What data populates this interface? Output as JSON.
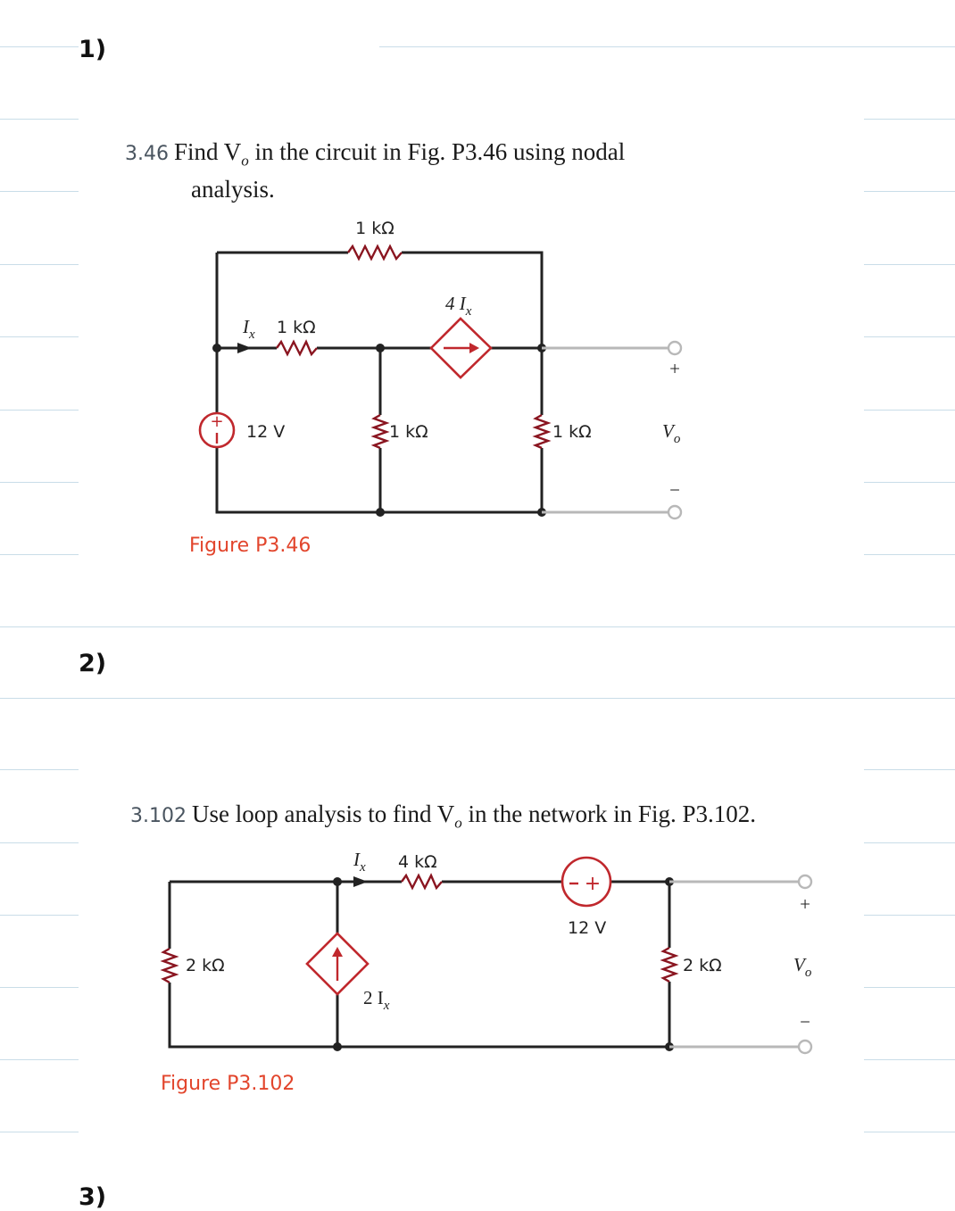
{
  "questions": [
    {
      "number": "1)",
      "problem_number": "3.46",
      "problem_text_line1": "Find V",
      "problem_text_sub": "o",
      "problem_text_line1_rest": " in the circuit in Fig. P3.46 using nodal",
      "problem_text_line2": "analysis.",
      "figure_caption": "Figure P3.46",
      "circuit": {
        "r_top": "1 kΩ",
        "r_mid_label": "1 kΩ",
        "current_label": "I",
        "current_sub": "x",
        "dep_source_label": "4 I",
        "dep_source_sub": "x",
        "voltage_source": "12 V",
        "r_vert_1": "1 kΩ",
        "r_vert_2": "1 kΩ",
        "output_label": "V",
        "output_sub": "o",
        "plus": "+",
        "minus": "−"
      }
    },
    {
      "number": "2)",
      "problem_number": "3.102",
      "problem_text": "Use loop analysis to find V",
      "problem_text_sub": "o",
      "problem_text_rest": " in the network in Fig. P3.102.",
      "figure_caption": "Figure P3.102",
      "circuit": {
        "current_label": "I",
        "current_sub": "x",
        "r_top": "4 kΩ",
        "voltage_source": "12 V",
        "r_left": "2 kΩ",
        "dep_source_label": "2 I",
        "dep_source_sub": "x",
        "r_right": "2 kΩ",
        "output_label": "V",
        "output_sub": "o",
        "plus": "+",
        "minus": "−"
      }
    }
  ],
  "next_question_partial": "3)",
  "colors": {
    "accent": "#e2452c",
    "source_red": "#c0282d",
    "resistor": "#8a1520",
    "rule": "#c9dde8"
  }
}
